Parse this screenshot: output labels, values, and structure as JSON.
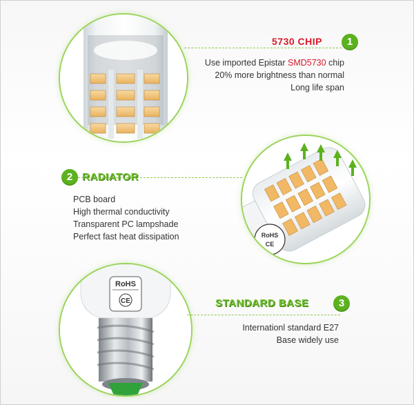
{
  "sections": [
    {
      "number": "1",
      "title": "5730 CHIP",
      "lines": [
        {
          "prefix": "Use imported Epistar ",
          "highlight": "SMD5730",
          "suffix": " chip"
        },
        {
          "text": "20% more brightness than normal"
        },
        {
          "text": "Long life span"
        }
      ]
    },
    {
      "number": "2",
      "title": "RADIATOR",
      "lines": [
        {
          "text": "PCB board"
        },
        {
          "text": "High thermal conductivity"
        },
        {
          "text": "Transparent PC lampshade"
        },
        {
          "text": "Perfect fast heat dissipation"
        }
      ]
    },
    {
      "number": "3",
      "title": "STANDARD BASE",
      "lines": [
        {
          "text": "Internationl standard E27"
        },
        {
          "text": "Base widely use"
        }
      ]
    }
  ],
  "marks": {
    "rohs": "RoHS",
    "ce": "CE"
  },
  "colors": {
    "accent_green": "#5cb21e",
    "heading_red": "#d61a2a",
    "led_chip": "#f4c27a"
  }
}
